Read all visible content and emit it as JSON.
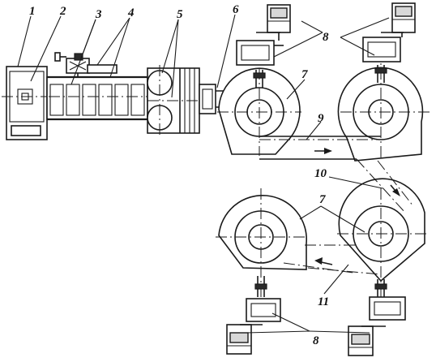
{
  "labels": {
    "l1": "1",
    "l2": "2",
    "l3": "3",
    "l4": "4",
    "l5": "5",
    "l6": "6",
    "l7a": "7",
    "l7b": "7",
    "l8a": "8",
    "l8b": "8",
    "l9": "9",
    "l10": "10",
    "l11": "11"
  }
}
